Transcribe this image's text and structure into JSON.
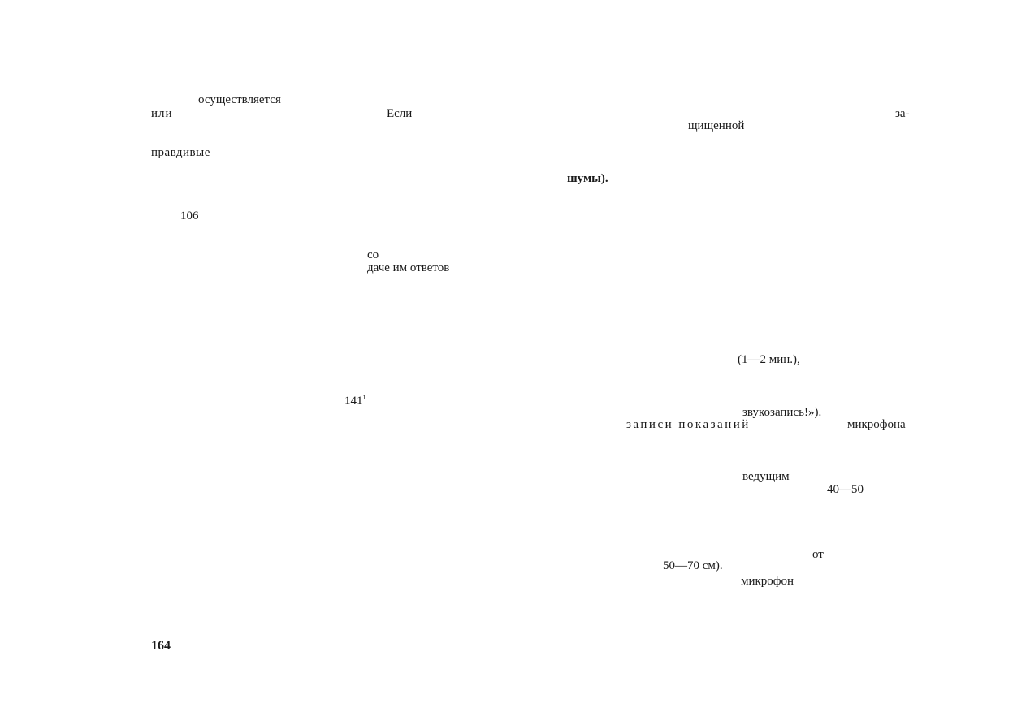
{
  "page": {
    "number": "164"
  },
  "text": {
    "osushch": "осуществляется",
    "ili": "или",
    "esli": "Если",
    "za": "за-",
    "shchishchennoy": "щищенной",
    "pravdivye": "правдивые",
    "shumy": "шумы).",
    "ref_106": "106",
    "so": "со",
    "dache": "даче им ответов",
    "minutes": "(1—2 мин.),",
    "ref_141": "141",
    "ref_141_sup": "1",
    "zvukozapis": "звукозапись!»).",
    "zapisi": "записи показаний",
    "mikrofona": "микрофона",
    "vedushchim": "ведущим",
    "range_4050": "40—50",
    "ot": "от",
    "range_5070": "50—70 см).",
    "mikrofon": "микрофон"
  }
}
